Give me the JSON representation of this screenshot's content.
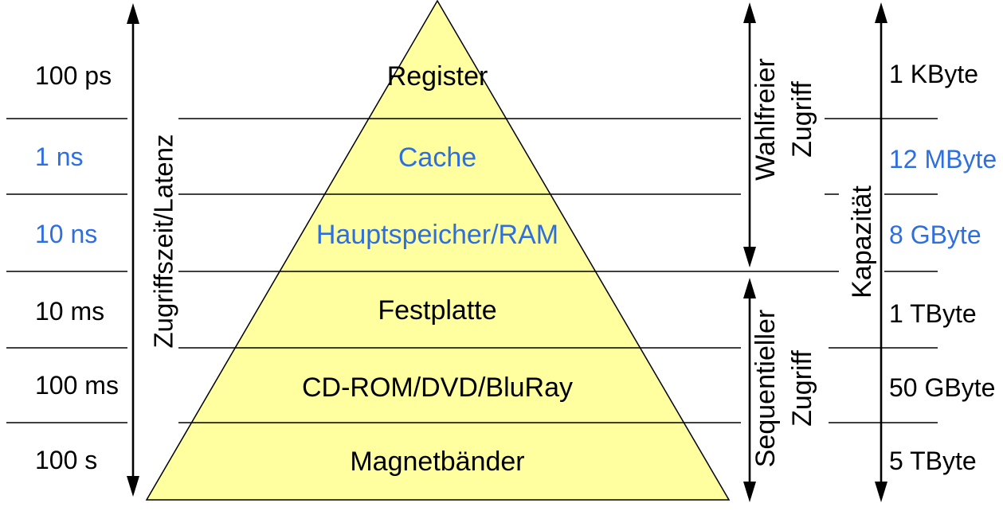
{
  "colors": {
    "pyramid_fill": "#ffffa0",
    "accent_blue": "#2e6fe0",
    "line_black": "#000000"
  },
  "left_axis": {
    "label": "Zugriffszeit/Latenz",
    "values": [
      {
        "text": "100 ps",
        "accent": false
      },
      {
        "text": "1 ns",
        "accent": true
      },
      {
        "text": "10 ns",
        "accent": true
      },
      {
        "text": "10 ms",
        "accent": false
      },
      {
        "text": "100 ms",
        "accent": false
      },
      {
        "text": "100 s",
        "accent": false
      }
    ]
  },
  "pyramid": {
    "levels": [
      {
        "name": "Register",
        "accent": false
      },
      {
        "name": "Cache",
        "accent": true
      },
      {
        "name": "Hauptspeicher/RAM",
        "accent": true
      },
      {
        "name": "Festplatte",
        "accent": false
      },
      {
        "name": "CD-ROM/DVD/BluRay",
        "accent": false
      },
      {
        "name": "Magnetbänder",
        "accent": false
      }
    ]
  },
  "access_spans": {
    "random": {
      "lines": [
        "Wahlfreier",
        "Zugriff"
      ]
    },
    "sequential": {
      "lines": [
        "Sequentieller",
        "Zugriff"
      ]
    }
  },
  "right_axis": {
    "label": "Kapazität",
    "values": [
      {
        "text": "1 KByte",
        "accent": false
      },
      {
        "text": "12 MByte",
        "accent": true
      },
      {
        "text": "8 GByte",
        "accent": true
      },
      {
        "text": "1 TByte",
        "accent": false
      },
      {
        "text": "50 GByte",
        "accent": false
      },
      {
        "text": "5 TByte",
        "accent": false
      }
    ]
  }
}
